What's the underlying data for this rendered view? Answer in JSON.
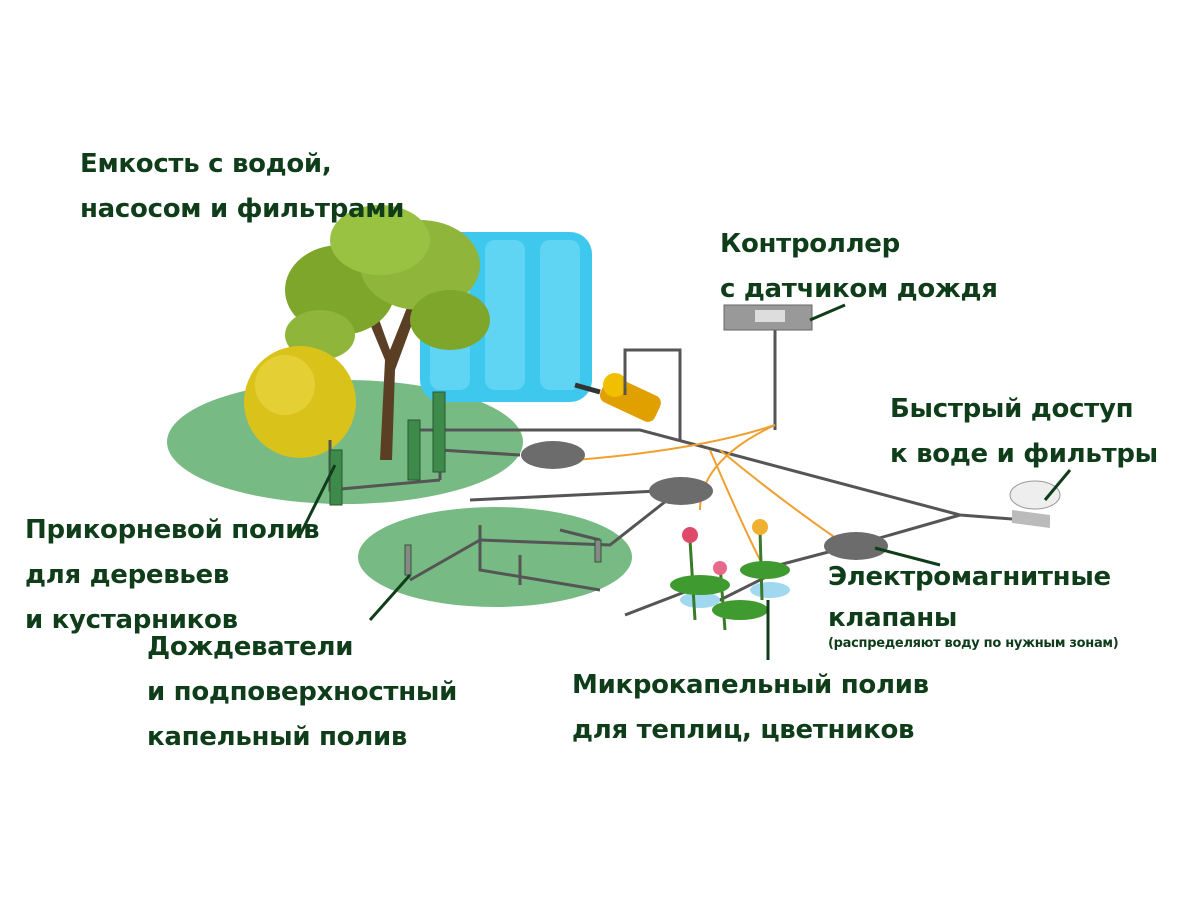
{
  "labels": {
    "tank": [
      "Емкость с водой,",
      "насосом и фильтрами"
    ],
    "controller": [
      "Контроллер",
      "с датчиком дождя"
    ],
    "quick_access": [
      "Быстрый доступ",
      "к воде и фильтры"
    ],
    "root_watering": [
      "Прикорневой полив",
      "для деревьев",
      "и кустарников"
    ],
    "valves": [
      "Электромагнитные",
      "клапаны"
    ],
    "valves_note": "(распределяют воду по нужным зонам)",
    "sprinklers": [
      "Дождеватели",
      "и подповерхностный",
      "капельный полив"
    ],
    "micro_drip": [
      "Микрокапельный полив",
      "для теплиц, цветников"
    ]
  },
  "colors": {
    "text": "#0f3d1a",
    "lawn": "#5fae6e",
    "tank": "#3ec8ee",
    "pipe": "#555555",
    "wire": "#f0a030",
    "bush": "#d9c21a",
    "tree": "#7ea62a"
  }
}
